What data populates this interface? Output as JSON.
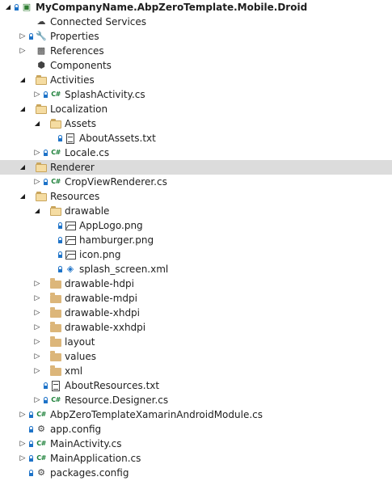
{
  "solution_explorer": {
    "items": [
      {
        "label": "MyCompanyName.AbpZeroTemplate.Mobile.Droid",
        "icon": "android-project-icon",
        "arrow": "expanded",
        "lock": true,
        "bold": true
      },
      {
        "label": "Connected Services",
        "icon": "connected-services-icon",
        "arrow": "none",
        "lock": false
      },
      {
        "label": "Properties",
        "icon": "wrench-icon",
        "arrow": "collapsed",
        "lock": true
      },
      {
        "label": "References",
        "icon": "references-icon",
        "arrow": "collapsed",
        "lock": false
      },
      {
        "label": "Components",
        "icon": "components-icon",
        "arrow": "none",
        "lock": false
      },
      {
        "label": "Activities",
        "icon": "folder-open-icon",
        "arrow": "expanded",
        "lock": false
      },
      {
        "label": "SplashActivity.cs",
        "icon": "csharp-file-icon",
        "arrow": "collapsed",
        "lock": true
      },
      {
        "label": "Localization",
        "icon": "folder-open-icon",
        "arrow": "expanded",
        "lock": false
      },
      {
        "label": "Assets",
        "icon": "folder-open-icon",
        "arrow": "expanded",
        "lock": false
      },
      {
        "label": "AboutAssets.txt",
        "icon": "text-file-icon",
        "arrow": "none",
        "lock": true
      },
      {
        "label": "Locale.cs",
        "icon": "csharp-file-icon",
        "arrow": "collapsed",
        "lock": true
      },
      {
        "label": "Renderer",
        "icon": "folder-open-icon",
        "arrow": "expanded",
        "lock": false
      },
      {
        "label": "CropViewRenderer.cs",
        "icon": "csharp-file-icon",
        "arrow": "collapsed",
        "lock": true
      },
      {
        "label": "Resources",
        "icon": "folder-open-icon",
        "arrow": "expanded",
        "lock": false
      },
      {
        "label": "drawable",
        "icon": "folder-open-icon",
        "arrow": "expanded",
        "lock": false
      },
      {
        "label": "AppLogo.png",
        "icon": "image-file-icon",
        "arrow": "none",
        "lock": true
      },
      {
        "label": "hamburger.png",
        "icon": "image-file-icon",
        "arrow": "none",
        "lock": true
      },
      {
        "label": "icon.png",
        "icon": "image-file-icon",
        "arrow": "none",
        "lock": true
      },
      {
        "label": "splash_screen.xml",
        "icon": "xml-file-icon",
        "arrow": "none",
        "lock": true
      },
      {
        "label": "drawable-hdpi",
        "icon": "folder-icon",
        "arrow": "collapsed",
        "lock": false
      },
      {
        "label": "drawable-mdpi",
        "icon": "folder-icon",
        "arrow": "collapsed",
        "lock": false
      },
      {
        "label": "drawable-xhdpi",
        "icon": "folder-icon",
        "arrow": "collapsed",
        "lock": false
      },
      {
        "label": "drawable-xxhdpi",
        "icon": "folder-icon",
        "arrow": "collapsed",
        "lock": false
      },
      {
        "label": "layout",
        "icon": "folder-icon",
        "arrow": "collapsed",
        "lock": false
      },
      {
        "label": "values",
        "icon": "folder-icon",
        "arrow": "collapsed",
        "lock": false
      },
      {
        "label": "xml",
        "icon": "folder-icon",
        "arrow": "collapsed",
        "lock": false
      },
      {
        "label": "AboutResources.txt",
        "icon": "text-file-icon",
        "arrow": "none",
        "lock": true
      },
      {
        "label": "Resource.Designer.cs",
        "icon": "csharp-file-icon",
        "arrow": "collapsed",
        "lock": true
      },
      {
        "label": "AbpZeroTemplateXamarinAndroidModule.cs",
        "icon": "csharp-file-icon",
        "arrow": "collapsed",
        "lock": true
      },
      {
        "label": "app.config",
        "icon": "config-file-icon",
        "arrow": "none",
        "lock": true
      },
      {
        "label": "MainActivity.cs",
        "icon": "csharp-file-icon",
        "arrow": "collapsed",
        "lock": true
      },
      {
        "label": "MainApplication.cs",
        "icon": "csharp-file-icon",
        "arrow": "collapsed",
        "lock": true
      },
      {
        "label": "packages.config",
        "icon": "config-file-icon",
        "arrow": "none",
        "lock": true
      }
    ],
    "highlighted_label": "Renderer",
    "colors": {
      "selection": "#dcdcdc",
      "csharp": "#1a7f37",
      "lock": "#1e73c8",
      "folder": "#dcb67a"
    }
  }
}
